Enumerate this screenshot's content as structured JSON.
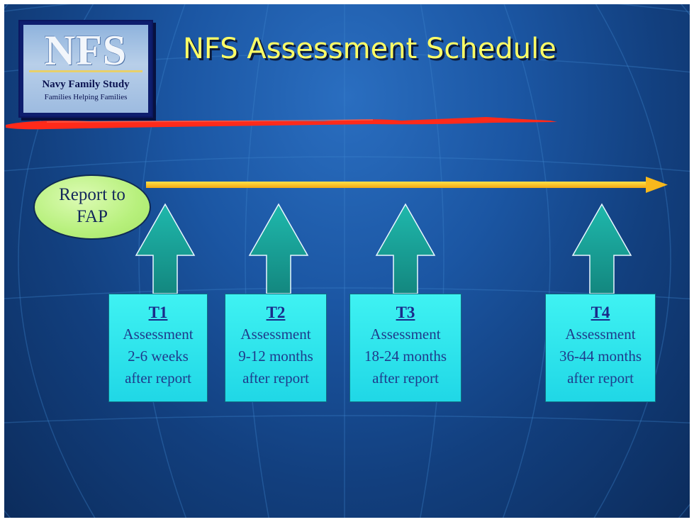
{
  "title": "NFS Assessment Schedule",
  "logo": {
    "acronym": "NFS",
    "name": "Navy Family Study",
    "tagline": "Families Helping Families"
  },
  "start": {
    "label_line1": "Report to",
    "label_line2": "FAP"
  },
  "assessments": [
    {
      "label": "T1",
      "line1": "Assessment",
      "line2": "2-6 weeks",
      "line3": "after report"
    },
    {
      "label": "T2",
      "line1": "Assessment",
      "line2": "9-12 months",
      "line3": "after report"
    },
    {
      "label": "T3",
      "line1": "Assessment",
      "line2": "18-24 months",
      "line3": "after report"
    },
    {
      "label": "T4",
      "line1": "Assessment",
      "line2": "36-44 months",
      "line3": "after report"
    }
  ],
  "colors": {
    "title": "#ffff66",
    "timeline_arrow": "#ffc21a",
    "start_ellipse": "#b7f07c",
    "arrow_fill": "#1a9c95",
    "box_fill": "#33e6ee",
    "underline": "#ff2a1a"
  }
}
